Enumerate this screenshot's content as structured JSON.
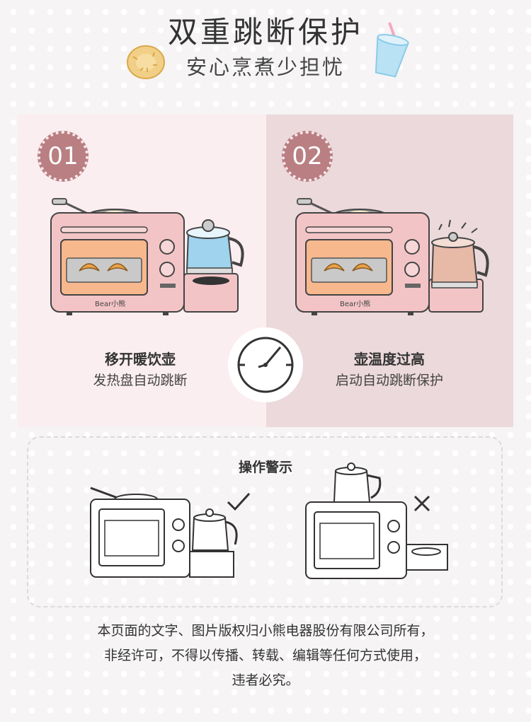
{
  "header": {
    "title": "双重跳断保护",
    "subtitle": "安心烹煮少担忧",
    "left_decor": "cookie-icon",
    "right_decor": "cup-icon"
  },
  "steps": [
    {
      "badge": "01",
      "title": "移开暖饮壶",
      "desc": "发热盘自动跳断"
    },
    {
      "badge": "02",
      "title": "壶温度过高",
      "desc": "启动自动跳断保护"
    }
  ],
  "brand": {
    "logo_text": "Bear小熊"
  },
  "center_icon": "clock-icon",
  "warning": {
    "title": "操作警示",
    "ok_mark": "checkmark-icon",
    "bad_mark": "cross-icon"
  },
  "footer": {
    "lines": [
      "本页面的文字、图片版权归小熊电器股份有限公司所有，",
      "非经许可，不得以传播、转载、编辑等任何方式使用，",
      "违者必究。"
    ]
  },
  "colors": {
    "panel_left": "#fbeef0",
    "panel_right": "#ecd9db",
    "badge": "#b97f82",
    "oven_pink": "#f3c4c6",
    "water_blue": "#9fd3ee"
  }
}
